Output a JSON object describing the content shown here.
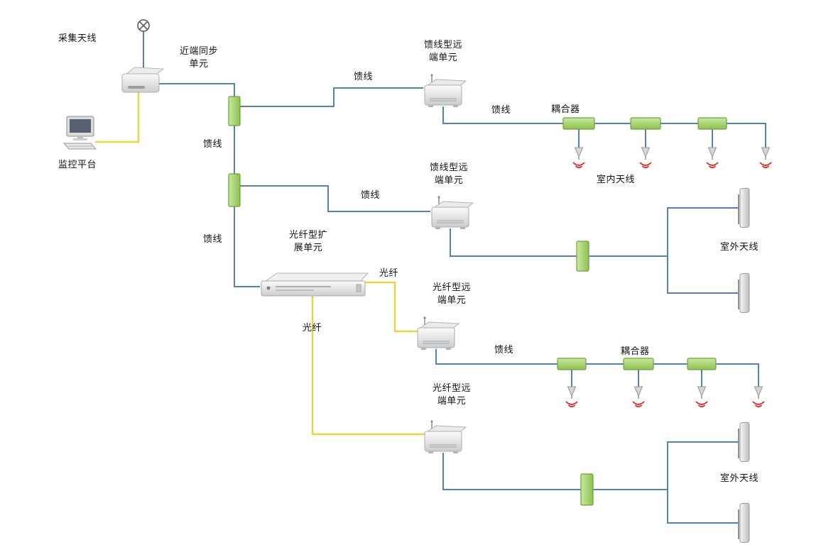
{
  "diagram": {
    "type": "network-topology",
    "description_visible": false
  },
  "colors": {
    "feeder_line": "#4f81bd",
    "fiber_line": "#efd23c",
    "splitter_fill_light": "#cbe8a0",
    "splitter_fill_dark": "#8cc24e",
    "splitter_border": "#6fa03c",
    "signal_wave": "#e02b20",
    "device_gray": "#d9d9d9",
    "text": "#141414"
  },
  "labels": {
    "collection_antenna": "采集天线",
    "near_end_sync_unit": "近端同步\n单元",
    "monitor_platform": "监控平台",
    "feeder": "馈线",
    "fiber": "光纤",
    "coupler": "耦合器",
    "indoor_antenna": "室内天线",
    "outdoor_antenna": "室外天线",
    "feeder_remote_unit": "馈线型远\n端单元",
    "fiber_expansion_unit": "光纤型扩\n展单元",
    "fiber_remote_unit": "光纤型远\n端单元"
  }
}
